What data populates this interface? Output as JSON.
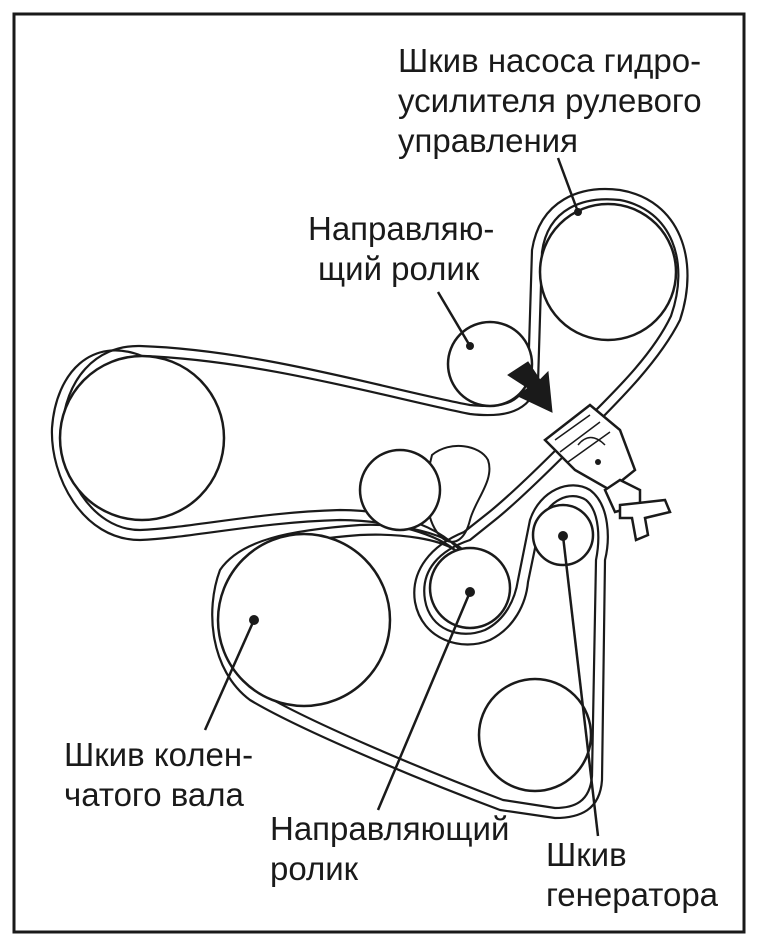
{
  "labels": {
    "ps_pump_line1": "Шкив насоса гидро-",
    "ps_pump_line2": "усилителя рулевого",
    "ps_pump_line3": "управления",
    "idler_top_line1": "Направляю-",
    "idler_top_line2": "щий ролик",
    "crankshaft_line1": "Шкив колен-",
    "crankshaft_line2": "чатого вала",
    "idler_bottom_line1": "Направляющий",
    "idler_bottom_line2": "ролик",
    "alternator_line1": "Шкив",
    "alternator_line2": "генератора"
  },
  "icons": {
    "arrow": "black-arrow-icon",
    "tensioner": "belt-tensioner-icon"
  },
  "colors": {
    "ink": "#1a1a1a",
    "background": "#ffffff"
  }
}
